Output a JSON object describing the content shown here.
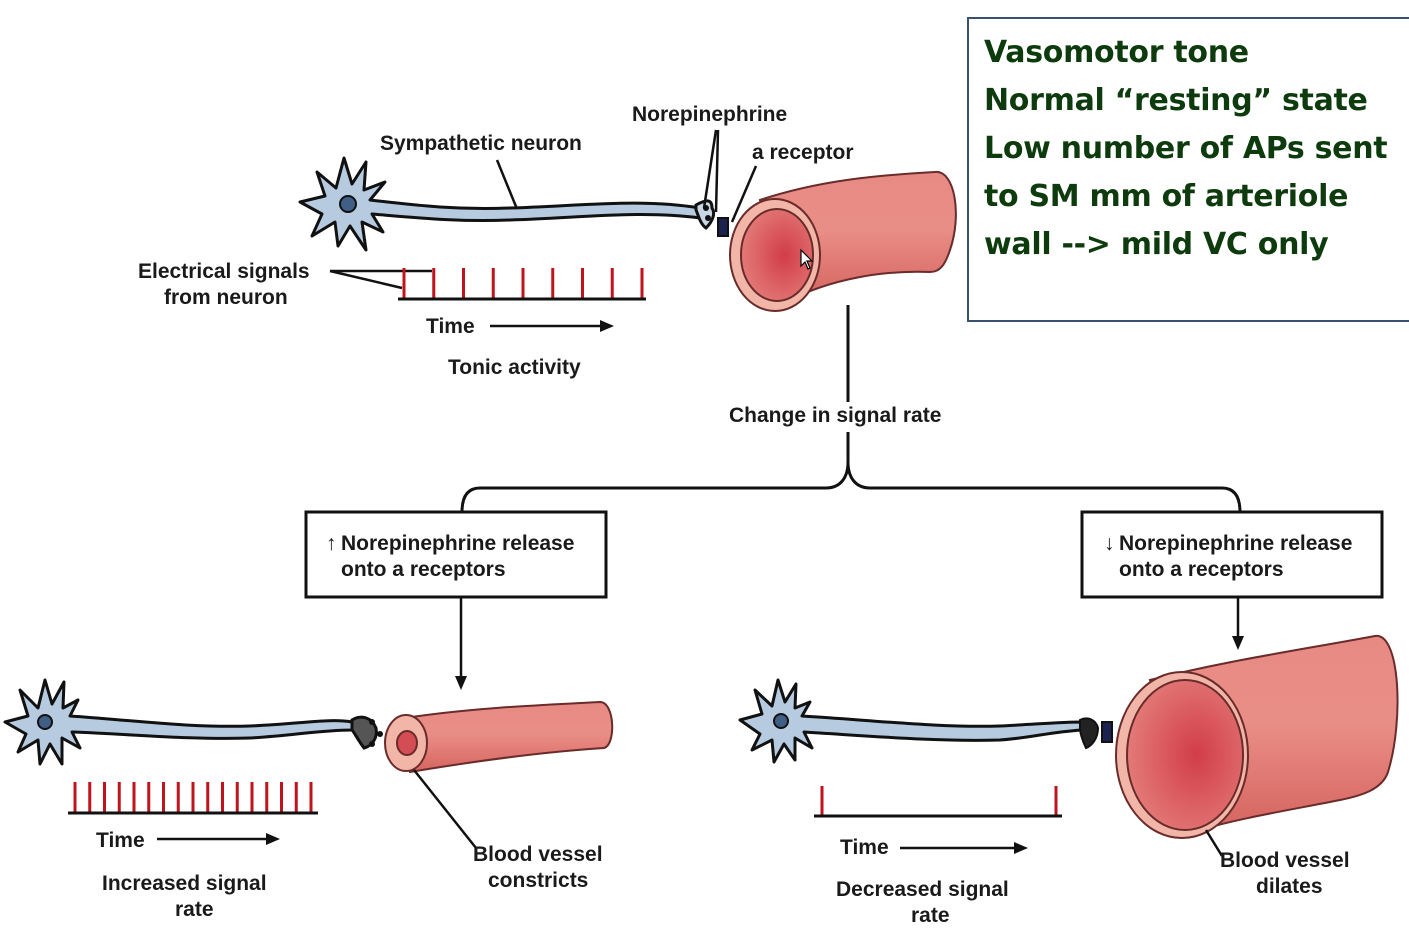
{
  "note_box": {
    "lines": [
      "Vasomotor tone",
      "Normal “resting” state",
      "Low number of APs sent",
      "to SM mm of arteriole",
      "wall --> mild VC only"
    ],
    "text_color": "#0d3b0d",
    "border_color": "#3a5070"
  },
  "top": {
    "neuron_label": "Sympathetic neuron",
    "neurotransmitter_label": "Norepinephrine",
    "receptor_label": "a receptor",
    "signals_label_line1": "Electrical signals",
    "signals_label_line2": "from neuron",
    "time_label": "Time",
    "activity_label": "Tonic activity",
    "spike_count": 9
  },
  "branch": {
    "label": "Change in signal rate"
  },
  "left_branch": {
    "box_arrow": "↑",
    "box_line1": "Norepinephrine release",
    "box_line2": "onto a receptors",
    "time_label": "Time",
    "rate_label_line1": "Increased signal",
    "rate_label_line2": "rate",
    "vessel_label_line1": "Blood vessel",
    "vessel_label_line2": "constricts",
    "spike_count": 17
  },
  "right_branch": {
    "box_arrow": "↓",
    "box_line1": "Norepinephrine release",
    "box_line2": "onto a receptors",
    "time_label": "Time",
    "rate_label_line1": "Decreased signal",
    "rate_label_line2": "rate",
    "vessel_label_line1": "Blood vessel",
    "vessel_label_line2": "dilates",
    "spike_count": 2
  },
  "colors": {
    "spike": "#c0141c",
    "neuron_fill": "#b7cbe0",
    "nucleus": "#3f5f86",
    "vessel_outer": "#e07a76",
    "vessel_rim": "#f2b6a8",
    "vessel_lumen": "#d9545a"
  }
}
